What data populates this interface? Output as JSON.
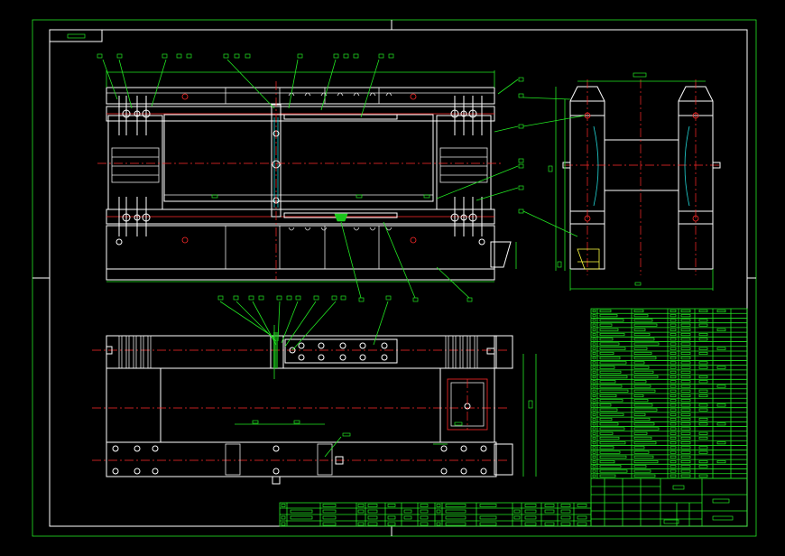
{
  "drawing": {
    "title": "",
    "background": "#000000",
    "colors": {
      "outline": "#ffffff",
      "centerline": "#ff2a2a",
      "dimension": "#22e822",
      "hidden": "#21d6d6",
      "highlight": "#ffff40"
    },
    "views": [
      "front-view",
      "side-view",
      "top-view"
    ],
    "parts_list_rows": 36,
    "title_block_rows": 4
  }
}
